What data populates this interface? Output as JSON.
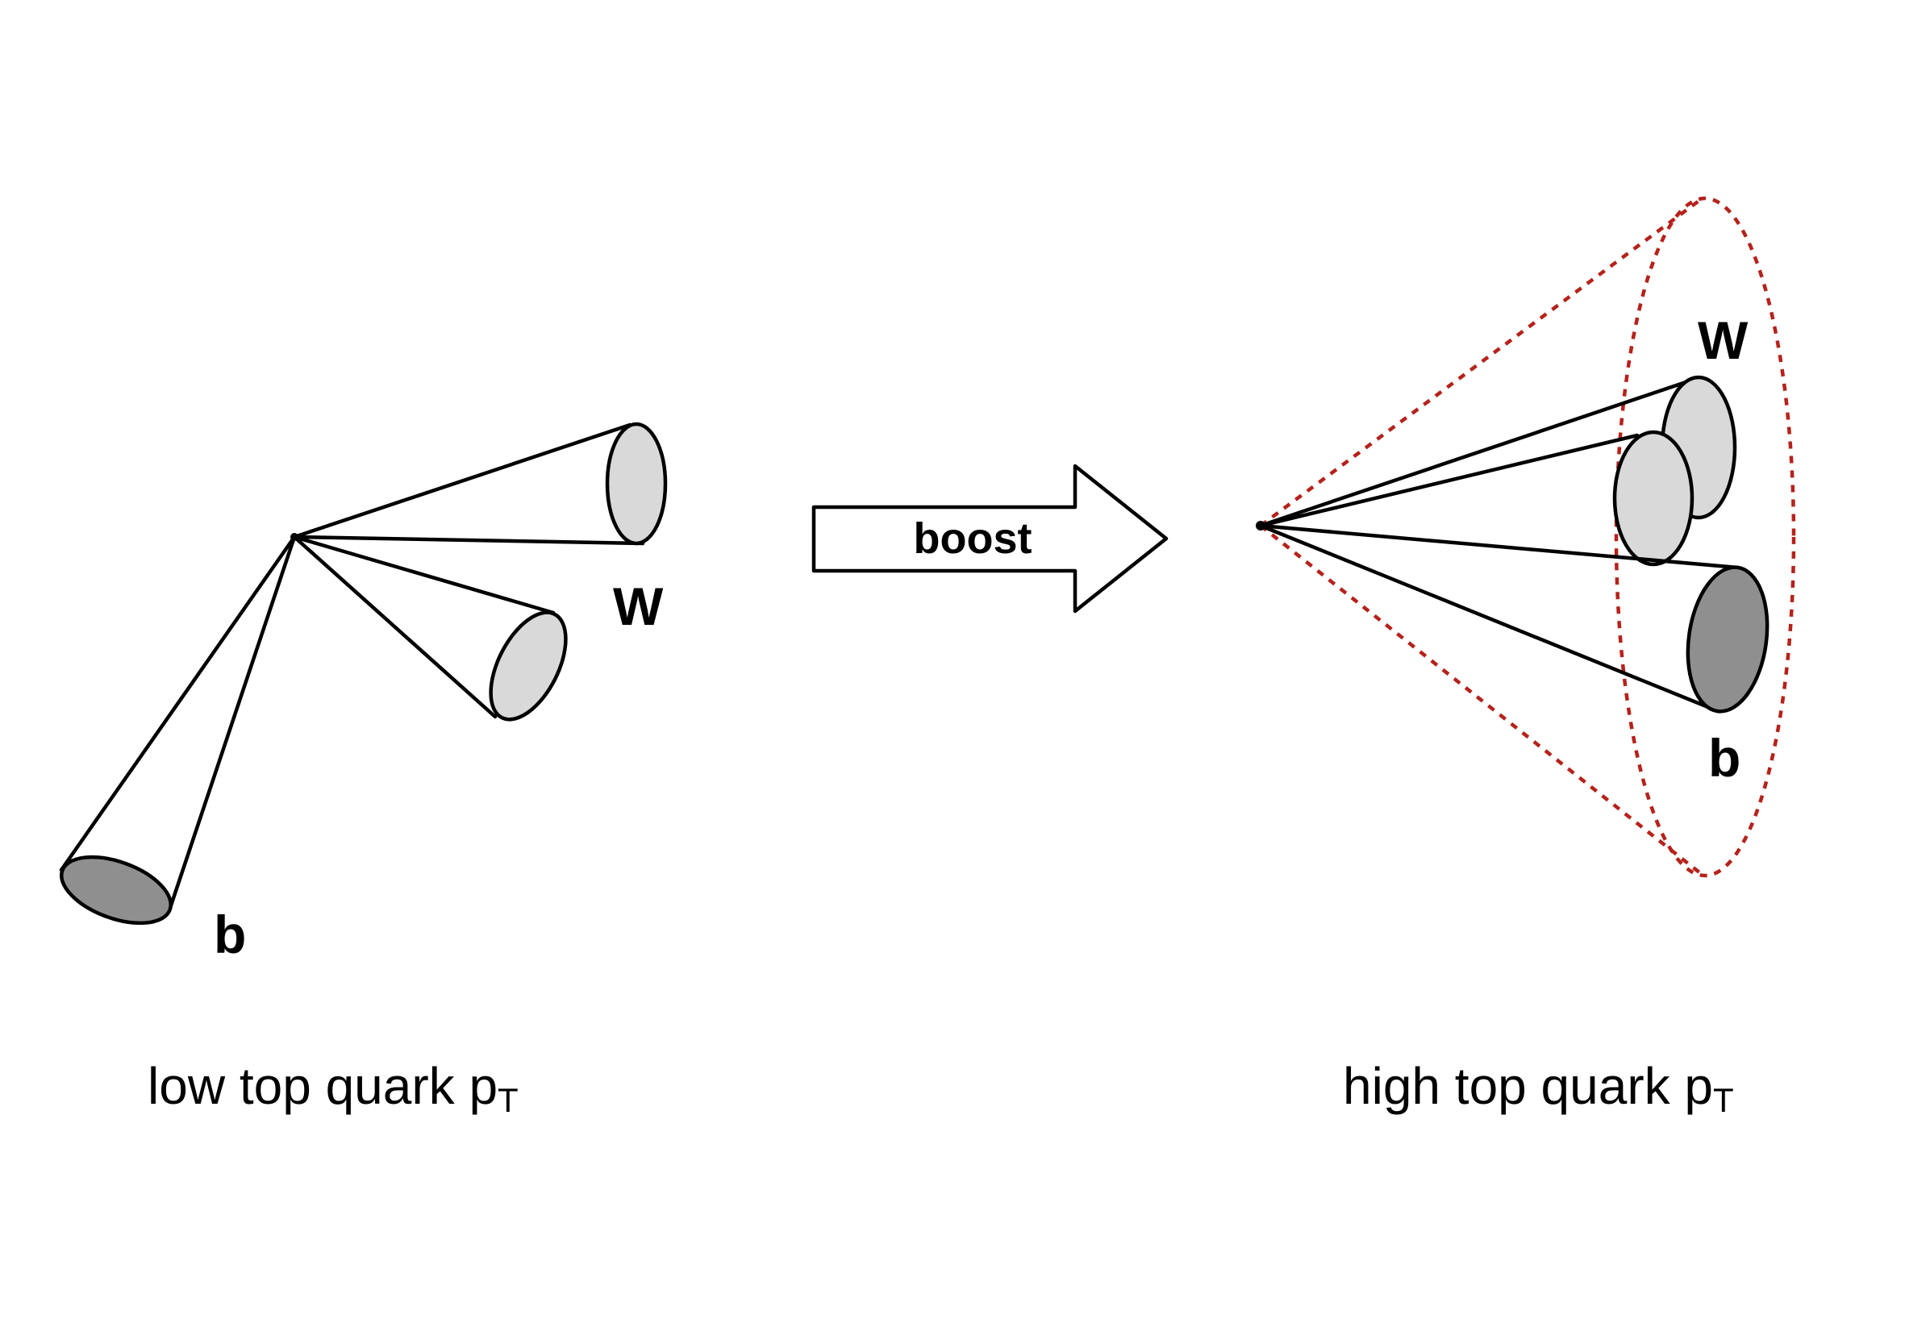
{
  "colors": {
    "line": "#000000",
    "jet_light": "#d9d9d9",
    "jet_dark": "#8f8f8f",
    "fat_jet_dotted": "#b5221b",
    "arrow_fill": "#ffffff"
  },
  "left_panel": {
    "label_w": "W",
    "label_b": "b",
    "caption_main": "low top quark p",
    "caption_sub": "T"
  },
  "arrow": {
    "label": "boost"
  },
  "right_panel": {
    "label_w": "W",
    "label_b": "b",
    "caption_main": "high top quark p",
    "caption_sub": "T"
  }
}
